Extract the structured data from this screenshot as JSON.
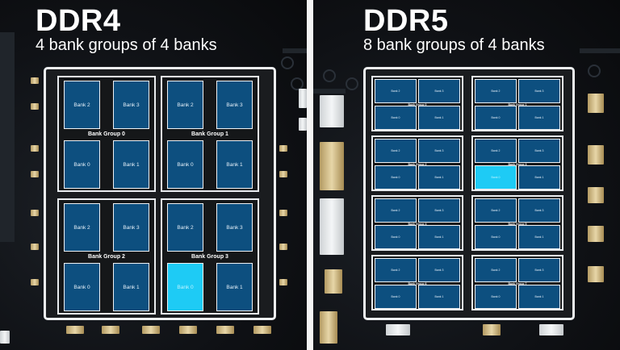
{
  "left": {
    "title": "DDR4",
    "subtitle": "4 bank groups of 4 banks",
    "groups": [
      {
        "label": "Bank Group 0",
        "banks": [
          "Bank 2",
          "Bank 3",
          "Bank 0",
          "Bank 1"
        ]
      },
      {
        "label": "Bank Group 1",
        "banks": [
          "Bank 2",
          "Bank 3",
          "Bank 0",
          "Bank 1"
        ]
      },
      {
        "label": "Bank Group 2",
        "banks": [
          "Bank 2",
          "Bank 3",
          "Bank 0",
          "Bank 1"
        ]
      },
      {
        "label": "Bank Group 3",
        "banks": [
          "Bank 2",
          "Bank 3",
          "Bank 0",
          "Bank 1"
        ]
      }
    ],
    "active": {
      "group": 3,
      "bank": 2
    }
  },
  "right": {
    "title": "DDR5",
    "subtitle": "8 bank groups of 4 banks",
    "groups": [
      {
        "label": "Bank Group 0",
        "banks": [
          "Bank 2",
          "Bank 3",
          "Bank 0",
          "Bank 1"
        ]
      },
      {
        "label": "Bank Group 1",
        "banks": [
          "Bank 2",
          "Bank 3",
          "Bank 0",
          "Bank 1"
        ]
      },
      {
        "label": "Bank Group 2",
        "banks": [
          "Bank 2",
          "Bank 3",
          "Bank 0",
          "Bank 1"
        ]
      },
      {
        "label": "Bank Group 3",
        "banks": [
          "Bank 2",
          "Bank 3",
          "Bank 0",
          "Bank 1"
        ]
      },
      {
        "label": "Bank Group 4",
        "banks": [
          "Bank 2",
          "Bank 3",
          "Bank 0",
          "Bank 1"
        ]
      },
      {
        "label": "Bank Group 5",
        "banks": [
          "Bank 2",
          "Bank 3",
          "Bank 0",
          "Bank 1"
        ]
      },
      {
        "label": "Bank Group 6",
        "banks": [
          "Bank 2",
          "Bank 3",
          "Bank 0",
          "Bank 1"
        ]
      },
      {
        "label": "Bank Group 7",
        "banks": [
          "Bank 2",
          "Bank 3",
          "Bank 0",
          "Bank 1"
        ]
      }
    ],
    "active": {
      "group": 3,
      "bank": 2
    }
  },
  "colors": {
    "bank": "#0d4f7f",
    "bank_active": "#1ecbf5",
    "outline": "#eef0f2",
    "background": "#0d0f12"
  }
}
